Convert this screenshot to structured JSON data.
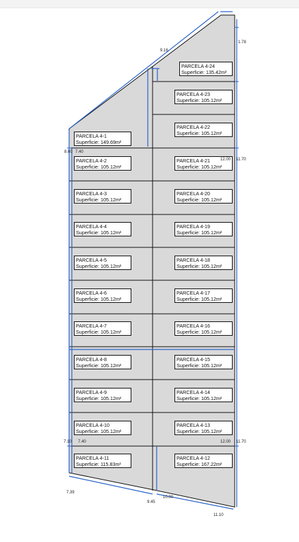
{
  "parcels": [
    {
      "name": "PARCELA 4-24",
      "area": "Superficie: 135.42m²"
    },
    {
      "name": "PARCELA 4-23",
      "area": "Superficie: 105.12m²"
    },
    {
      "name": "PARCELA 4-22",
      "area": "Superficie: 105.12m²"
    },
    {
      "name": "PARCELA 4-1",
      "area": "Superficie: 149.69m²"
    },
    {
      "name": "PARCELA 4-2",
      "area": "Superficie: 105.12m²"
    },
    {
      "name": "PARCELA 4-21",
      "area": "Superficie: 105.12m²"
    },
    {
      "name": "PARCELA 4-3",
      "area": "Superficie: 105.12m²"
    },
    {
      "name": "PARCELA 4-20",
      "area": "Superficie: 105.12m²"
    },
    {
      "name": "PARCELA 4-4",
      "area": "Superficie: 105.12m²"
    },
    {
      "name": "PARCELA 4-19",
      "area": "Superficie: 105.12m²"
    },
    {
      "name": "PARCELA 4-5",
      "area": "Superficie: 105.12m²"
    },
    {
      "name": "PARCELA 4-18",
      "area": "Superficie: 105.12m²"
    },
    {
      "name": "PARCELA 4-6",
      "area": "Superficie: 105.12m²"
    },
    {
      "name": "PARCELA 4-17",
      "area": "Superficie: 105.12m²"
    },
    {
      "name": "PARCELA 4-7",
      "area": "Superficie: 105.12m²"
    },
    {
      "name": "PARCELA 4-16",
      "area": "Superficie: 105.12m²"
    },
    {
      "name": "PARCELA 4-8",
      "area": "Superficie: 105.12m²"
    },
    {
      "name": "PARCELA 4-15",
      "area": "Superficie: 105.12m²"
    },
    {
      "name": "PARCELA 4-9",
      "area": "Superficie: 105.12m²"
    },
    {
      "name": "PARCELA 4-14",
      "area": "Superficie: 105.12m²"
    },
    {
      "name": "PARCELA 4-10",
      "area": "Superficie: 105.12m²"
    },
    {
      "name": "PARCELA 4-13",
      "area": "Superficie: 105.12m²"
    },
    {
      "name": "PARCELA 4-11",
      "area": "Superficie: 115.83m²"
    },
    {
      "name": "PARCELA 4-12",
      "area": "Superficie: 167.22m²"
    }
  ],
  "dimensions": {
    "top_diagonal": "9.16",
    "top_right": "1.78",
    "left_top_a": "8.60",
    "left_top_b": "7.40",
    "mid_right_a": "12.00",
    "mid_right_b": "11.70",
    "left_bottom_a": "7.10",
    "left_bottom_b": "7.40",
    "bottom_right_a": "12.00",
    "bottom_right_b": "11.70",
    "bottom_left": "7.39",
    "bottom_mid_a": "10.00",
    "bottom_mid_b": "9.45",
    "bottom_right": "11.10"
  },
  "colors": {
    "lot_fill": "#d9d9d9",
    "lot_line": "#111111",
    "dim_line": "#2a64c9"
  }
}
